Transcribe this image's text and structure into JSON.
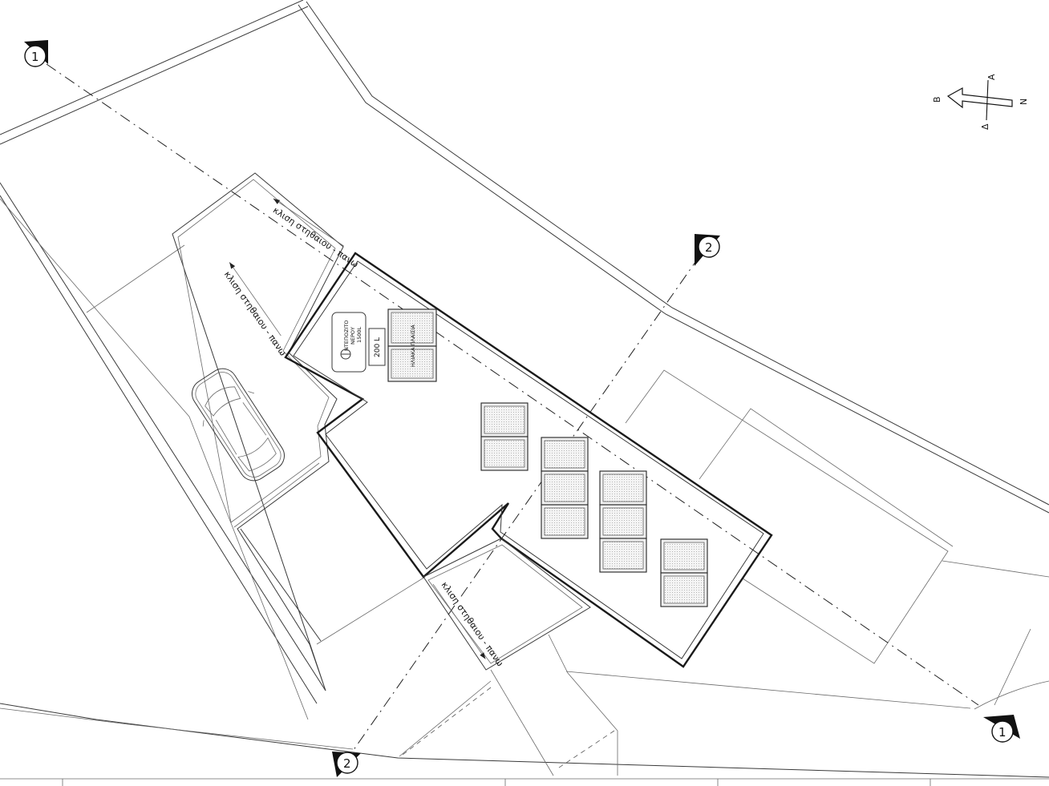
{
  "slope_labels": {
    "top": "κλιση στηθαιου - πανω",
    "left": "κλιση στηθαιου - πανω",
    "bottom": "κλιση στηθαιου - πανω"
  },
  "water_tank": {
    "line1": "ΝΤΕΠΟΖΙΤΟ",
    "line2": "ΝΕΡΟΥ",
    "line3": "1500L"
  },
  "boiler": "200 L",
  "solar_panels": "ΗΛΙΑΚΑ ΠΛΑΙΣΙΑ",
  "section_marks": {
    "s1": "1",
    "s2": "2"
  },
  "compass": {
    "north": "Β",
    "south": "Ν",
    "east": "Α",
    "west": "Δ"
  },
  "colors": {
    "line": "#3a3a3a",
    "panel_fill": "#f0f0f0",
    "background": "#ffffff"
  }
}
